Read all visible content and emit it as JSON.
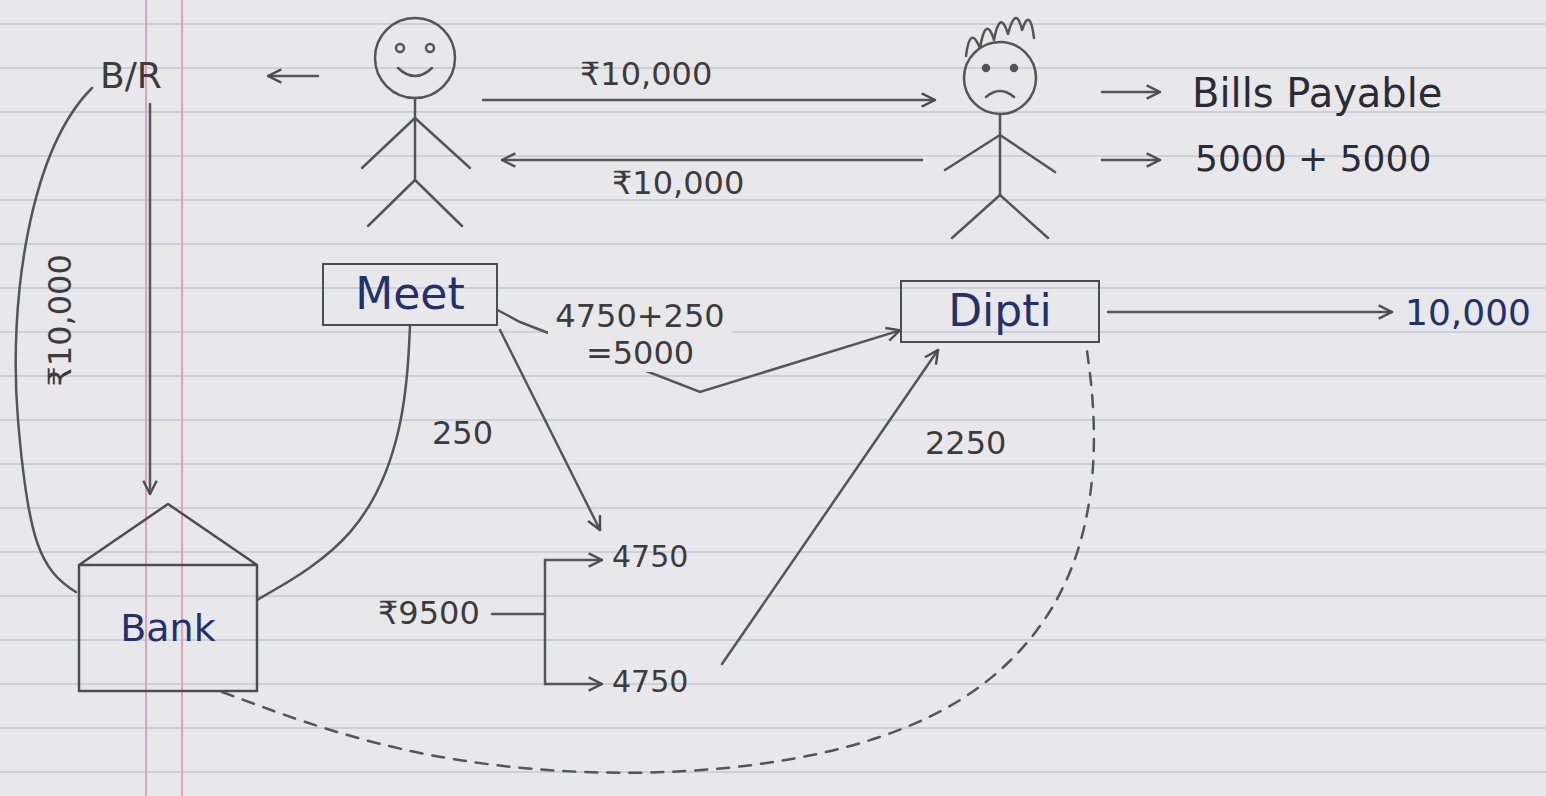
{
  "diagram": {
    "nodes": [
      {
        "text": [
          "Meet"
        ]
      },
      {
        "text": [
          "Dipti"
        ]
      },
      {
        "text": [
          "Bank"
        ]
      }
    ],
    "edges": [
      {
        "from": 0,
        "to": 1,
        "label": "4750+250 =5000",
        "arrow": "to"
      },
      {
        "from": 0,
        "to": 2,
        "arrow": "none"
      },
      {
        "from": 2,
        "to": 1,
        "arrow": "none"
      }
    ],
    "labels": [
      "B/R",
      "₹10,000",
      "Bills Payable",
      "₹10,000",
      "5000 + 5000",
      "₹10,000",
      "10,000",
      "250",
      "2250",
      "4750",
      "₹9500",
      "4750"
    ]
  }
}
